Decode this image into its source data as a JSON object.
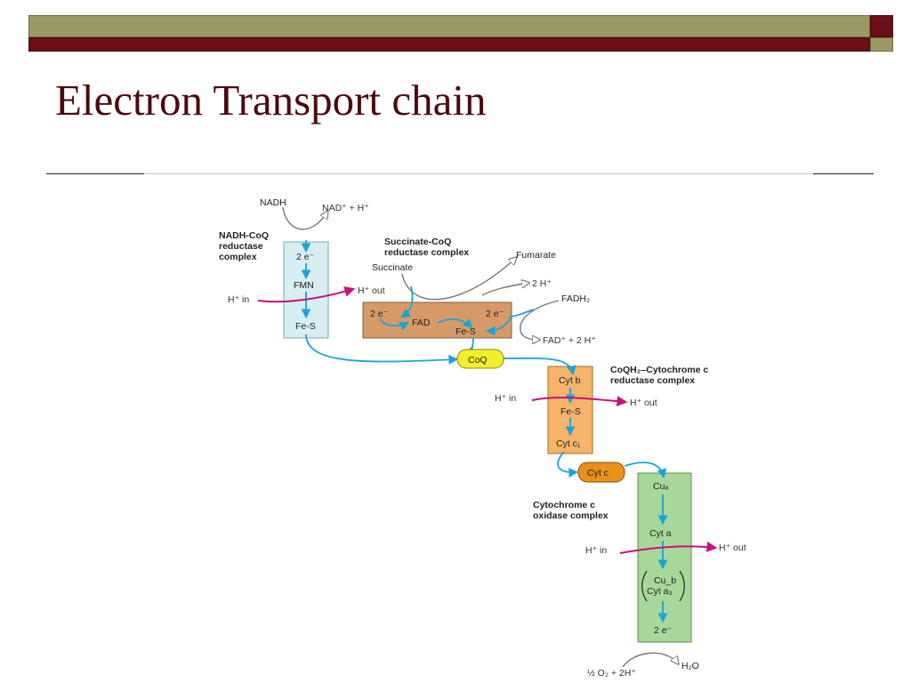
{
  "slide": {
    "title": "Electron Transport chain"
  },
  "colors": {
    "band_olive": "#9c9a63",
    "band_maroon": "#6a0f15",
    "title_color": "#4c0b0f",
    "electron_arrow": "#1aa3d9",
    "proton_arrow": "#c8107a",
    "complex1_fill": "#d8eef2",
    "complex2_fill": "#d69a68",
    "complex3_fill": "#f5b46a",
    "complex4_fill": "#a7d89a",
    "coq_fill": "#f2ee2a",
    "cytc_fill": "#e8901a"
  },
  "complex1": {
    "name_line1": "NADH-CoQ",
    "name_line2": "reductase",
    "name_line3": "complex",
    "nadh": "NADH",
    "nad_plus": "NAD⁺ + H⁺",
    "e2": "2 e⁻",
    "fmn": "FMN",
    "fes": "Fe-S",
    "h_in": "H⁺ in",
    "h_out": "H⁺ out"
  },
  "complex2": {
    "name_line1": "Succinate-CoQ",
    "name_line2": "reductase complex",
    "succinate": "Succinate",
    "fumarate": "Fumarate",
    "two_h": "2 H⁺",
    "fadh2": "FADH₂",
    "e2_left": "2 e⁻",
    "fad": "FAD",
    "e2_right": "2 e⁻",
    "fes": "Fe-S",
    "fad_plus": "FAD⁺ + 2 H⁺"
  },
  "coq": {
    "label": "CoQ"
  },
  "complex3": {
    "name_line1": "CoQH₂–Cytochrome c",
    "name_line2": "reductase complex",
    "cyt_b": "Cyt b",
    "fes": "Fe-S",
    "cyt_c1": "Cyt c₁",
    "h_in": "H⁺ in",
    "h_out": "H⁺ out"
  },
  "cytc": {
    "label": "Cyt c"
  },
  "complex4": {
    "name_line1": "Cytochrome c",
    "name_line2": "oxidase complex",
    "cu_a": "Cuₐ",
    "cyt_a": "Cyt a",
    "cu_b": "Cu_b",
    "cyt_a3": "Cyt a₃",
    "e2": "2 e⁻",
    "h_in": "H⁺ in",
    "h_out": "H⁺ out",
    "oxygen": "½ O₂ + 2H⁺",
    "water": "H₂O"
  }
}
